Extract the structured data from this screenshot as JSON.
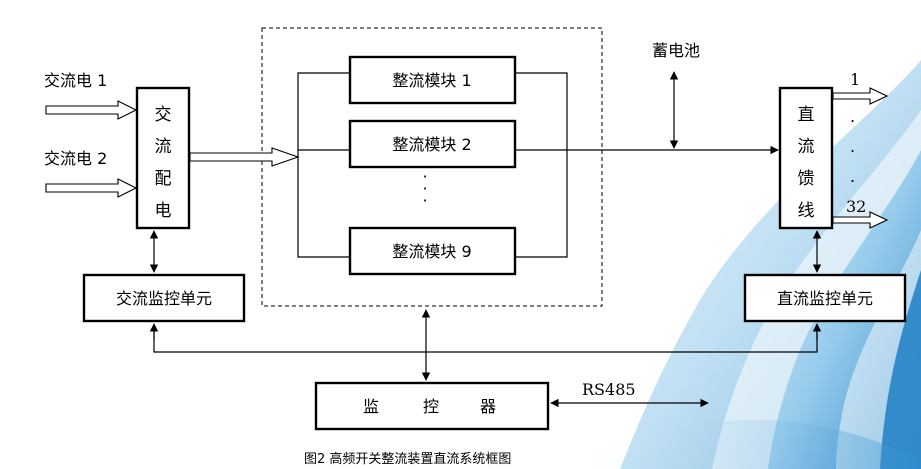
{
  "inputs": {
    "ac1": "交流电 1",
    "ac2": "交流电 2"
  },
  "ac_distribution": {
    "chars": [
      "交",
      "流",
      "配",
      "电"
    ]
  },
  "rectifier_group": {
    "modules": [
      "整流模块 1",
      "整流模块 2",
      "整流模块 9"
    ],
    "ellipsis": [
      "·",
      "·",
      "·"
    ]
  },
  "battery": "蓄电池",
  "dc_feeder": {
    "chars": [
      "直",
      "流",
      "馈",
      "线"
    ],
    "out_first": "1",
    "out_last": "32",
    "out_dots": [
      ".",
      ".",
      "."
    ]
  },
  "ac_monitor": "交流监控单元",
  "dc_monitor": "直流监控单元",
  "monitor": {
    "chars": [
      "监",
      "控",
      "器"
    ]
  },
  "bus_label": "RS485",
  "caption": "图2  高频开关整流装置直流系统框图",
  "colors": {
    "wave_dark": "#1e7fc4",
    "wave_mid": "#6fb4e0",
    "wave_light": "#cfe6f5"
  }
}
